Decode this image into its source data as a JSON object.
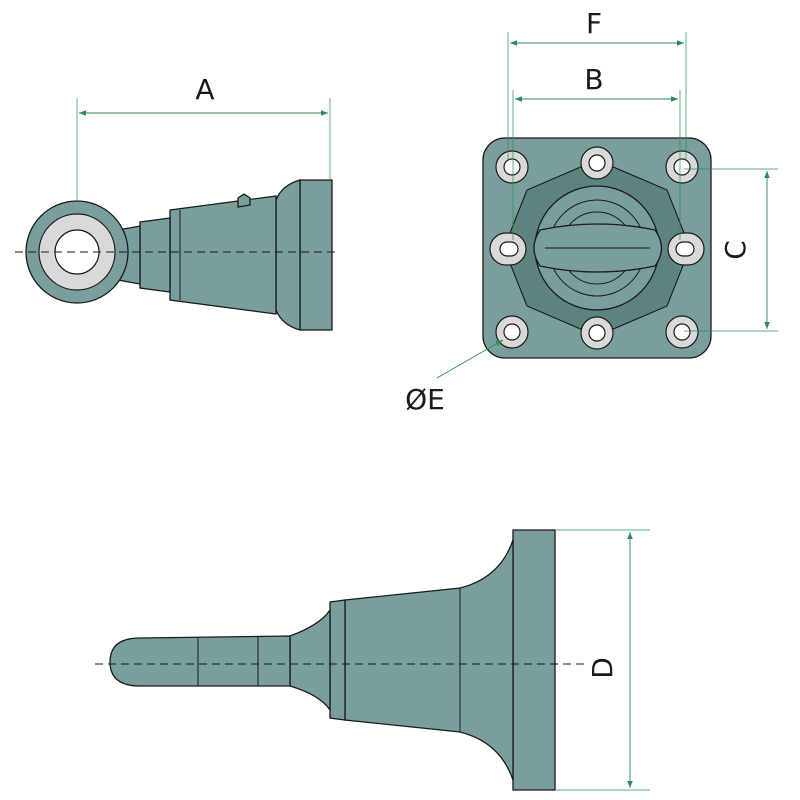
{
  "diagram": {
    "views": [
      "side-view-eye",
      "front-view-flange",
      "side-view-pin"
    ],
    "dimensions": {
      "A": "A",
      "B": "B",
      "C": "C",
      "D": "D",
      "E": "ØE",
      "F": "F"
    },
    "colors": {
      "part_fill": "#7a9e9b",
      "part_dark": "#5f8480",
      "outline": "#1a1a1a",
      "dimension_line": "#2e8b57",
      "bushing": "#d9d9d9"
    }
  }
}
